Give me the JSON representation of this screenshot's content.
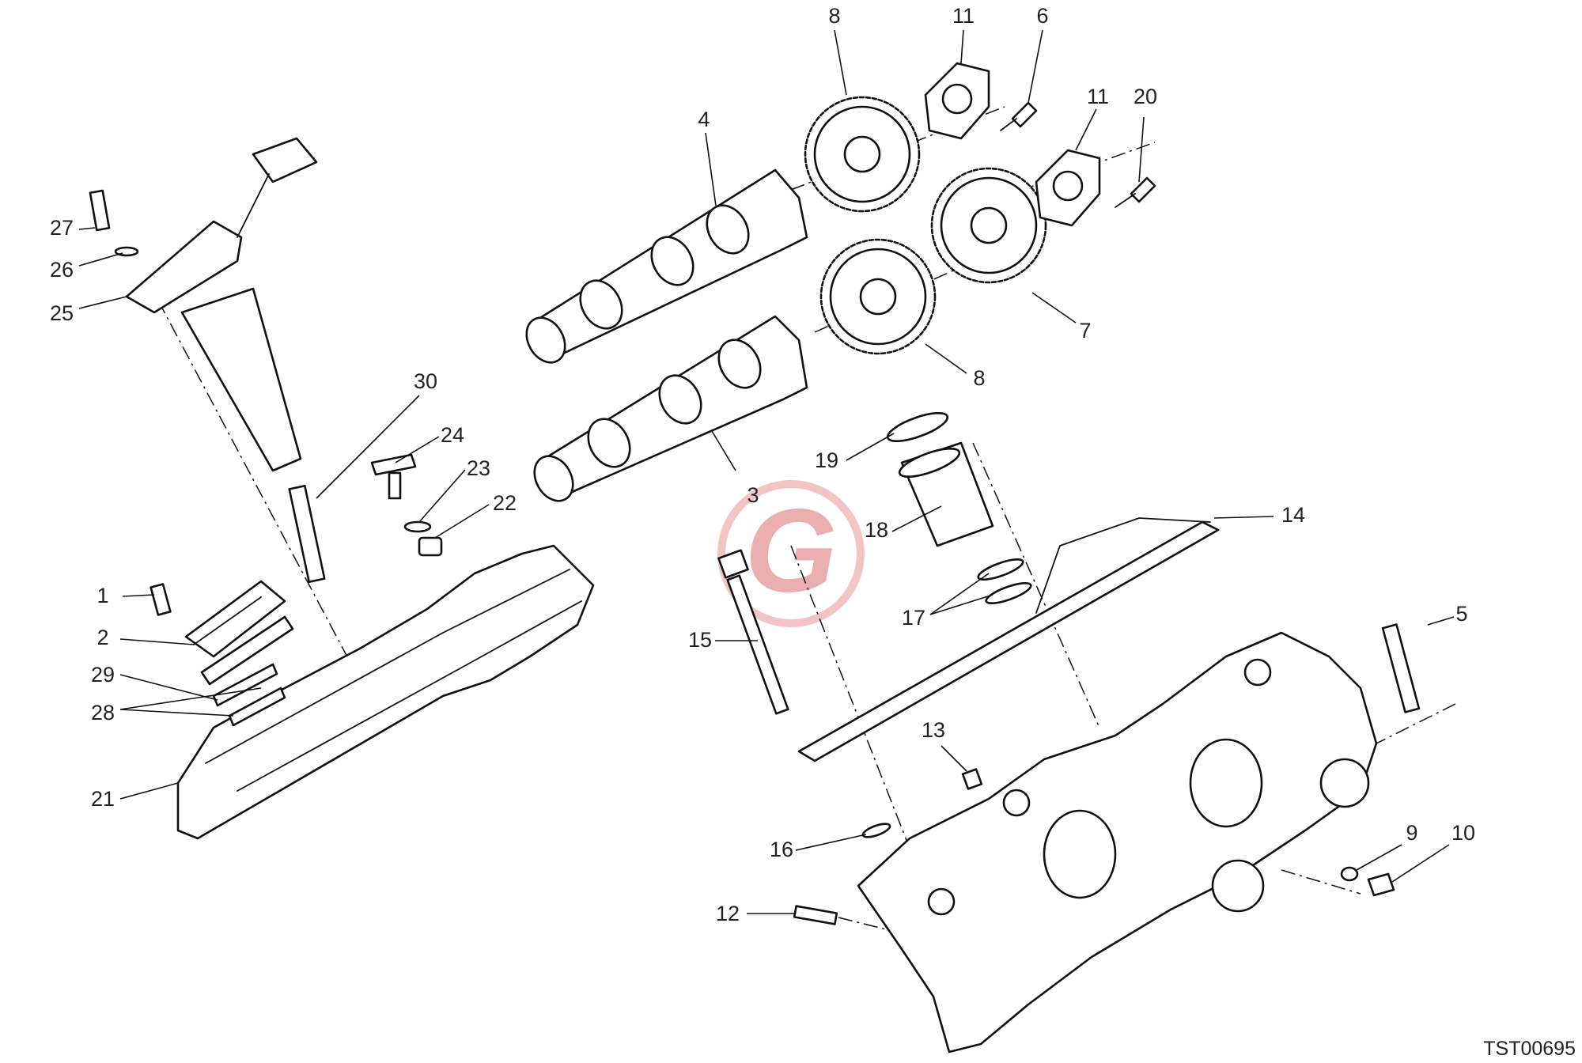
{
  "drawing_code": "TST00695",
  "watermark_letter": "G",
  "watermark_color": "#e8a0a0",
  "callouts": [
    {
      "id": "c1",
      "text": "1"
    },
    {
      "id": "c2",
      "text": "2"
    },
    {
      "id": "c3",
      "text": "3"
    },
    {
      "id": "c4",
      "text": "4"
    },
    {
      "id": "c5",
      "text": "5"
    },
    {
      "id": "c6",
      "text": "6"
    },
    {
      "id": "c7",
      "text": "7"
    },
    {
      "id": "c8a",
      "text": "8"
    },
    {
      "id": "c8b",
      "text": "8"
    },
    {
      "id": "c9",
      "text": "9"
    },
    {
      "id": "c10",
      "text": "10"
    },
    {
      "id": "c11a",
      "text": "11"
    },
    {
      "id": "c11b",
      "text": "11"
    },
    {
      "id": "c12",
      "text": "12"
    },
    {
      "id": "c13",
      "text": "13"
    },
    {
      "id": "c14",
      "text": "14"
    },
    {
      "id": "c15",
      "text": "15"
    },
    {
      "id": "c16",
      "text": "16"
    },
    {
      "id": "c17",
      "text": "17"
    },
    {
      "id": "c18",
      "text": "18"
    },
    {
      "id": "c19",
      "text": "19"
    },
    {
      "id": "c20",
      "text": "20"
    },
    {
      "id": "c21",
      "text": "21"
    },
    {
      "id": "c22",
      "text": "22"
    },
    {
      "id": "c23",
      "text": "23"
    },
    {
      "id": "c24",
      "text": "24"
    },
    {
      "id": "c25",
      "text": "25"
    },
    {
      "id": "c26",
      "text": "26"
    },
    {
      "id": "c27",
      "text": "27"
    },
    {
      "id": "c28",
      "text": "28"
    },
    {
      "id": "c29",
      "text": "29"
    },
    {
      "id": "c30",
      "text": "30"
    }
  ]
}
